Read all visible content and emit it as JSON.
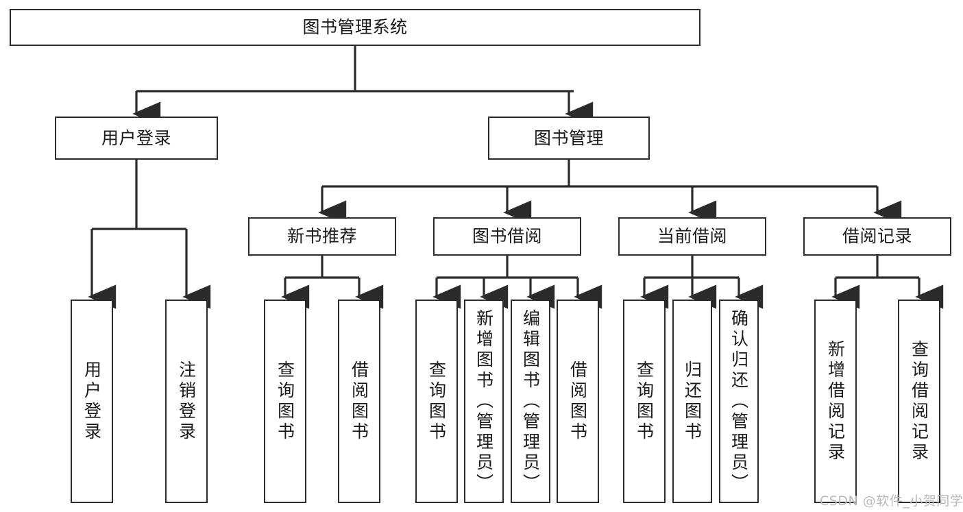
{
  "diagram": {
    "type": "tree",
    "title": "图书管理系统",
    "watermark": "CSDN @软件_小贺同学",
    "colors": {
      "stroke": "#2b2b2b",
      "fill": "#ffffff",
      "text": "#1a1a1a",
      "watermark": "#b9b9b9"
    },
    "root": {
      "label": "图书管理系统"
    },
    "level2": [
      {
        "label": "用户登录"
      },
      {
        "label": "图书管理"
      }
    ],
    "level3": [
      {
        "label": "新书推荐"
      },
      {
        "label": "图书借阅"
      },
      {
        "label": "当前借阅"
      },
      {
        "label": "借阅记录"
      }
    ],
    "leaves": {
      "user_login": [
        {
          "label": "用户登录"
        },
        {
          "label": "注销登录"
        }
      ],
      "new_book": [
        {
          "label": "查询图书"
        },
        {
          "label": "借阅图书"
        }
      ],
      "book_borrow": [
        {
          "label": "查询图书"
        },
        {
          "label": "新增图书（管理员）"
        },
        {
          "label": "编辑图书（管理员）"
        },
        {
          "label": "借阅图书"
        }
      ],
      "current_borrow": [
        {
          "label": "查询图书"
        },
        {
          "label": "归还图书"
        },
        {
          "label": "确认归还（管理员）"
        }
      ],
      "borrow_record": [
        {
          "label": "新增借阅记录"
        },
        {
          "label": "查询借阅记录"
        }
      ]
    }
  }
}
